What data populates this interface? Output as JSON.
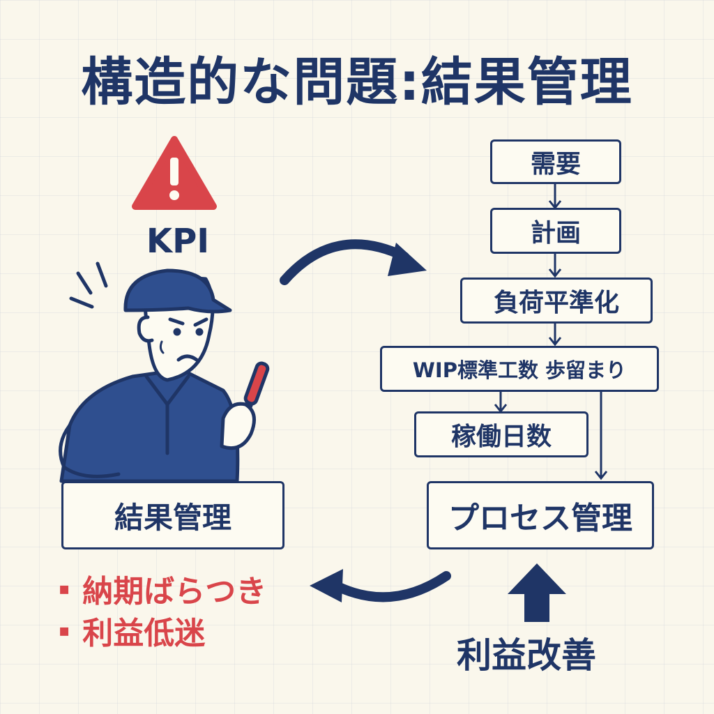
{
  "title": "構造的な問題:結果管理",
  "left": {
    "warning_icon": "warning-triangle-icon",
    "kpi_label": "KPI",
    "worker_icon": "worried-worker-with-screwdriver",
    "result_box": "結果管理",
    "issues": [
      "納期ばらつき",
      "利益低迷"
    ]
  },
  "right": {
    "flow": [
      "需要",
      "計画",
      "負荷平準化",
      "WIP標準工数 歩留まり",
      "稼働日数"
    ],
    "process_box": "プロセス管理",
    "profit_label": "利益改善"
  },
  "colors": {
    "navy": "#1f3566",
    "red": "#d9454a",
    "background": "#faf7ec"
  }
}
